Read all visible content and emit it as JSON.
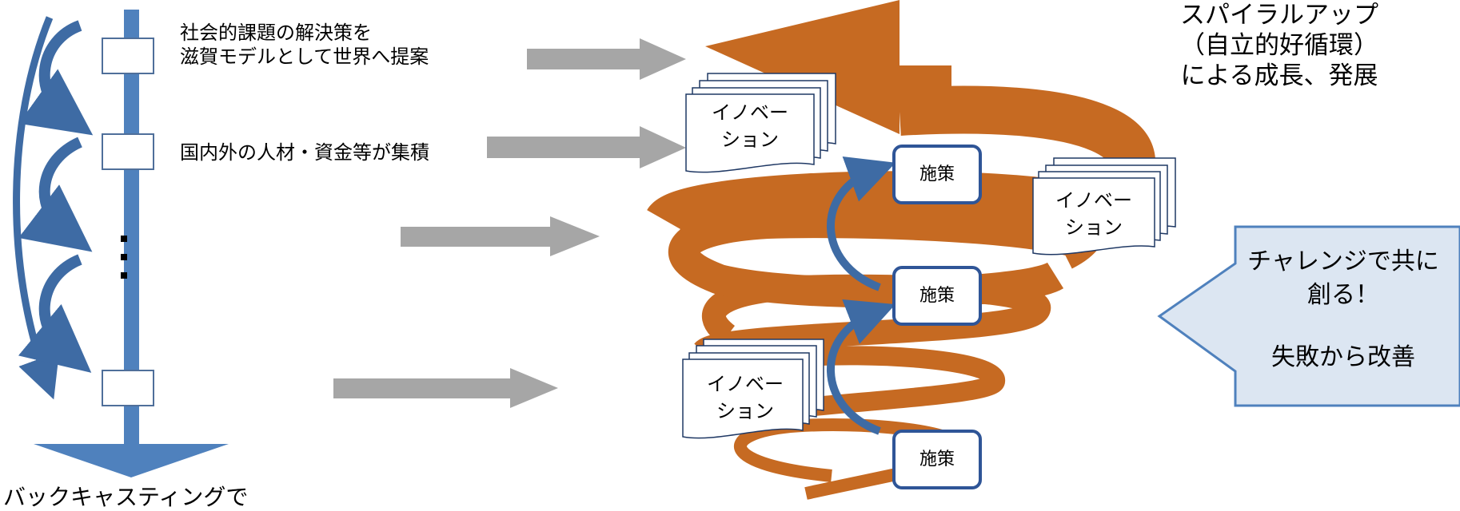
{
  "timeline": {
    "label_top_line1": "社会的課題の解決策を",
    "label_top_line2": "滋賀モデルとして世界へ提案",
    "label_middle": "国内外の人材・資金等が集積",
    "bottom_text": "バックキャスティングで"
  },
  "spiral": {
    "title_line1": "スパイラルアップ",
    "title_line2": "（自立的好循環）",
    "title_line3": "による成長、発展",
    "shisaku_upper": "施策",
    "shisaku_middle": "施策",
    "shisaku_lower": "施策",
    "innovation_top_line1": "イノベー",
    "innovation_top_line2": "ション",
    "innovation_right_line1": "イノベー",
    "innovation_right_line2": "ション",
    "innovation_bottom_line1": "イノベー",
    "innovation_bottom_line2": "ション"
  },
  "challenge": {
    "line1": "チャレンジで共に",
    "line2": "創る！",
    "line3": "失敗から改善"
  },
  "colors": {
    "spiral_orange": "#C66A22",
    "timeline_blue": "#4F81BD",
    "curve_blue": "#3E6BA4",
    "gray_arrow": "#A6A6A6",
    "challenge_fill": "#DCE6F2",
    "challenge_stroke": "#4F81BD",
    "shisaku_border": "#2F5597"
  }
}
